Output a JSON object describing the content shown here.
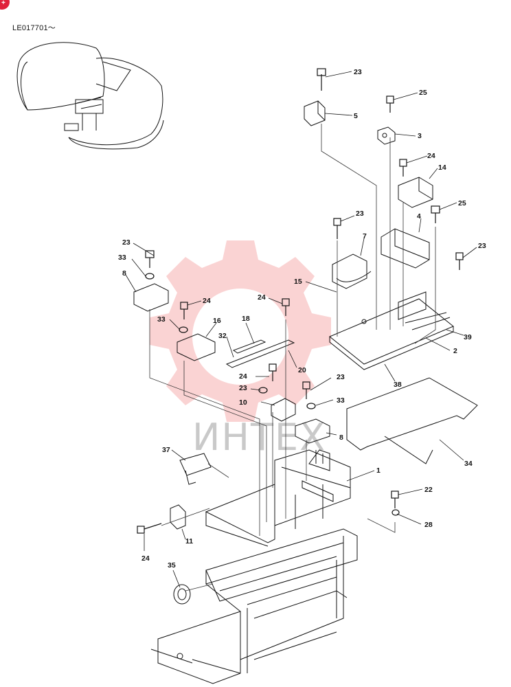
{
  "page": {
    "serial_label": "LE017701～",
    "corner_badge_glyph": "+",
    "watermark_text": "ИНТЕХ",
    "watermark_color": "#f08080"
  },
  "callouts": [
    {
      "id": "c23a",
      "text": "23"
    },
    {
      "id": "c25a",
      "text": "25"
    },
    {
      "id": "c5",
      "text": "5"
    },
    {
      "id": "c3",
      "text": "3"
    },
    {
      "id": "c24a",
      "text": "24"
    },
    {
      "id": "c14",
      "text": "14"
    },
    {
      "id": "c25b",
      "text": "25"
    },
    {
      "id": "c23b",
      "text": "23"
    },
    {
      "id": "c7",
      "text": "7"
    },
    {
      "id": "c4",
      "text": "4"
    },
    {
      "id": "c23c",
      "text": "23"
    },
    {
      "id": "c23d",
      "text": "23"
    },
    {
      "id": "c33a",
      "text": "33"
    },
    {
      "id": "c8a",
      "text": "8"
    },
    {
      "id": "c15",
      "text": "15"
    },
    {
      "id": "c24b",
      "text": "24"
    },
    {
      "id": "c24c",
      "text": "24"
    },
    {
      "id": "c33b",
      "text": "33"
    },
    {
      "id": "c16",
      "text": "16"
    },
    {
      "id": "c18",
      "text": "18"
    },
    {
      "id": "c32",
      "text": "32"
    },
    {
      "id": "c20",
      "text": "20"
    },
    {
      "id": "c39",
      "text": "39"
    },
    {
      "id": "c2",
      "text": "2"
    },
    {
      "id": "c38",
      "text": "38"
    },
    {
      "id": "c24d",
      "text": "24"
    },
    {
      "id": "c23e",
      "text": "23"
    },
    {
      "id": "c23f",
      "text": "23"
    },
    {
      "id": "c10",
      "text": "10"
    },
    {
      "id": "c33c",
      "text": "33"
    },
    {
      "id": "c8b",
      "text": "8"
    },
    {
      "id": "c34",
      "text": "34"
    },
    {
      "id": "c37",
      "text": "37"
    },
    {
      "id": "c1",
      "text": "1"
    },
    {
      "id": "c22",
      "text": "22"
    },
    {
      "id": "c28",
      "text": "28"
    },
    {
      "id": "c11",
      "text": "11"
    },
    {
      "id": "c24e",
      "text": "24"
    },
    {
      "id": "c35",
      "text": "35"
    }
  ]
}
